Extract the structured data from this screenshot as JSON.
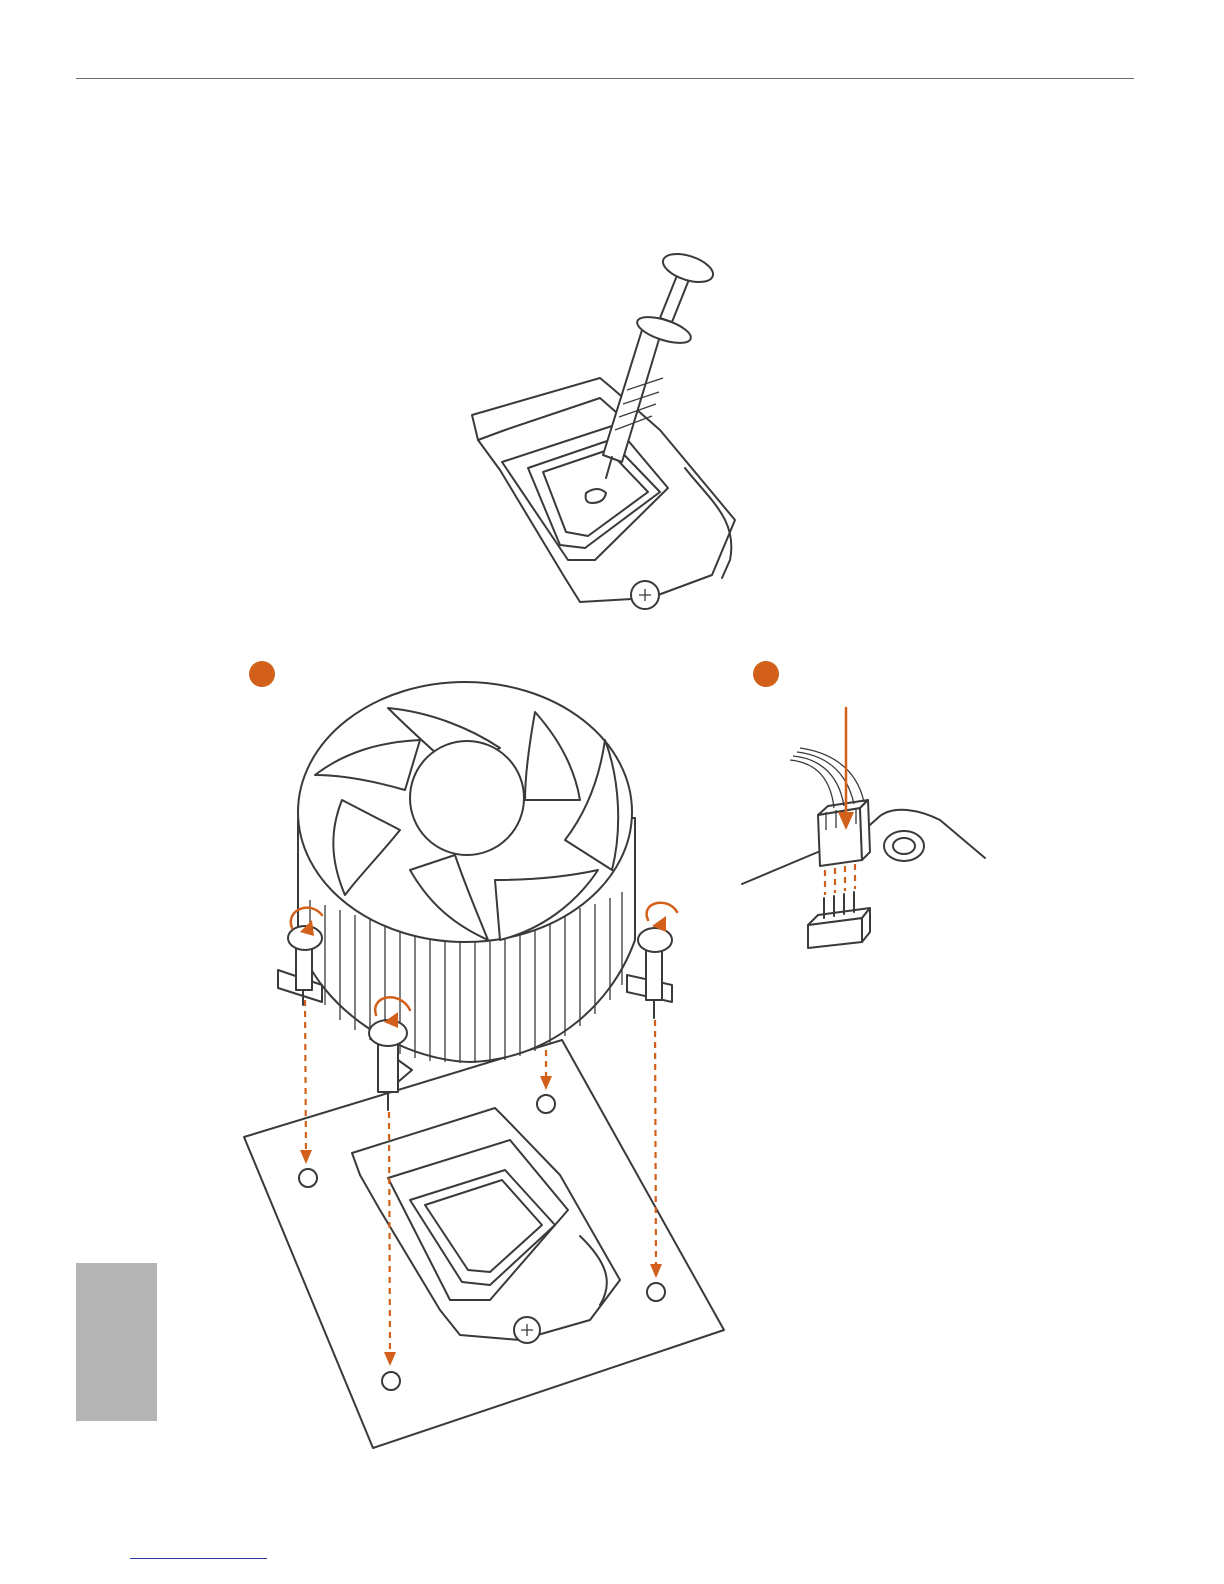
{
  "colors": {
    "accent": "#d2601a",
    "line": "#3a3a3a",
    "tab": "#b5b5b5",
    "rule": "#6b6b6b"
  },
  "figures": [
    {
      "id": "thermal-paste",
      "icon": "syringe-icon"
    },
    {
      "id": "cooler-install",
      "icon": "step-marker-icon"
    },
    {
      "id": "fan-connector",
      "icon": "step-marker-icon"
    }
  ]
}
